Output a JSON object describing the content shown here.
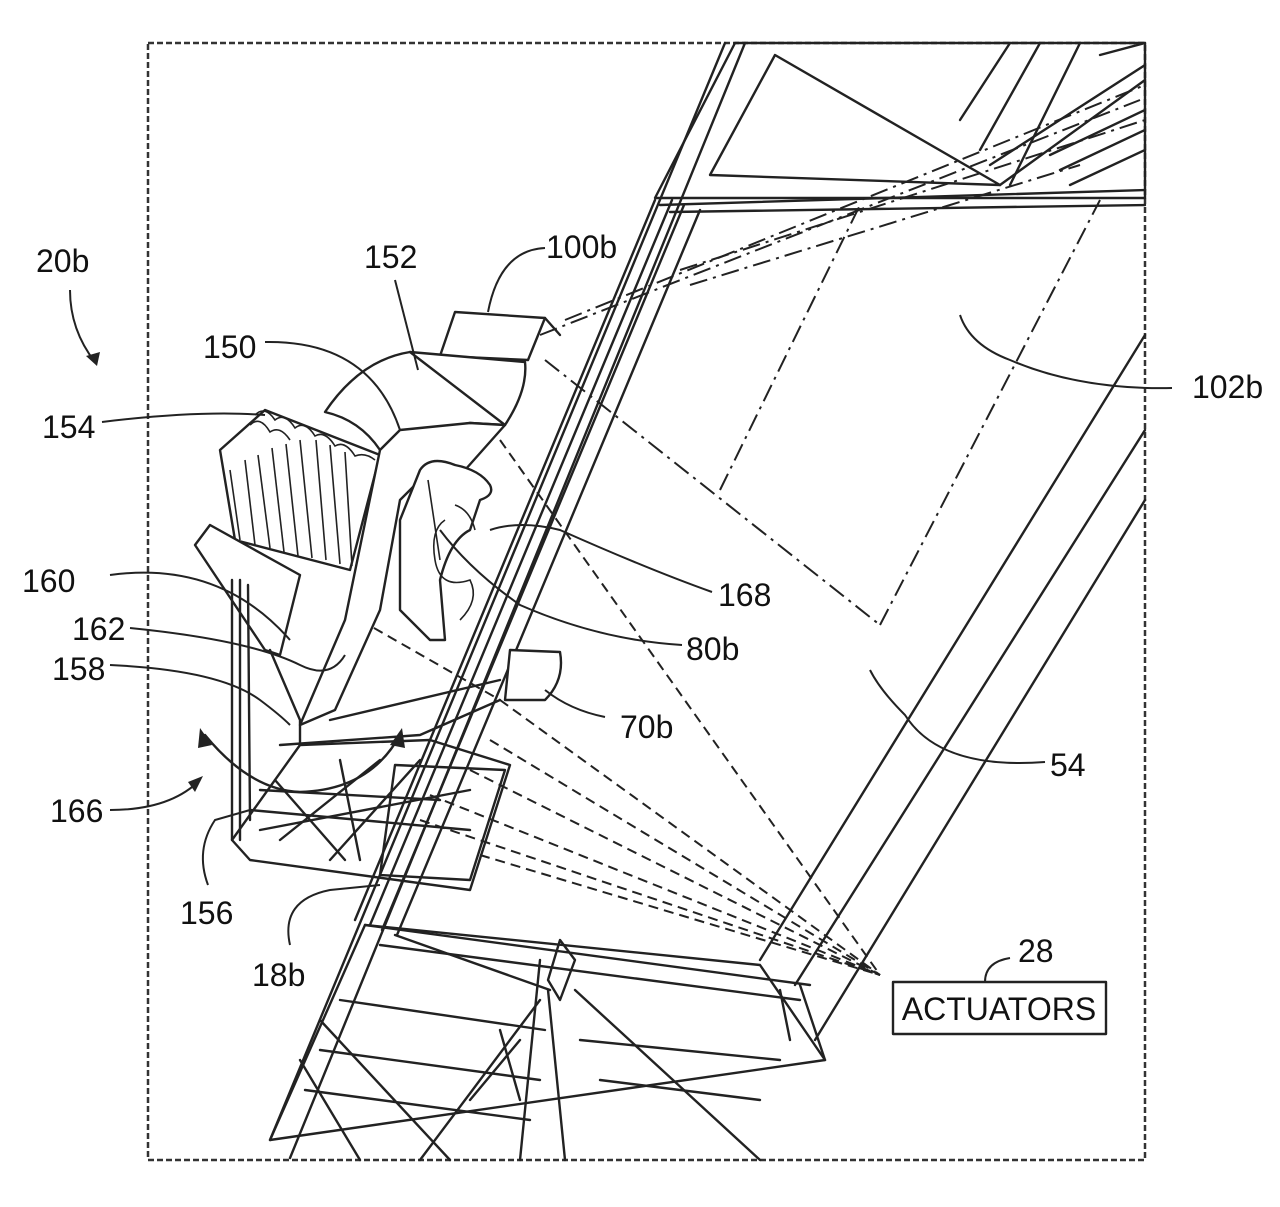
{
  "figure": {
    "labels": {
      "system": "20b",
      "housing_top": "152",
      "projector": "100b",
      "housing": "150",
      "projection_area": "102b",
      "seats": "154",
      "frame": "160",
      "frame_arm": "162",
      "rider": "168",
      "restraint": "80b",
      "base": "158",
      "bracket": "70b",
      "screen": "54",
      "rotation": "166",
      "platform": "156",
      "track": "18b",
      "actuators_ref": "28"
    },
    "actuators_box": "ACTUATORS"
  }
}
